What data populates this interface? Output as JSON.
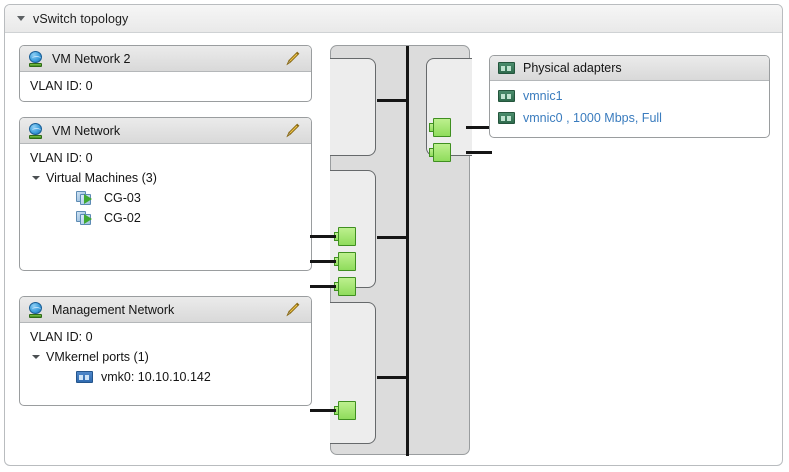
{
  "panel": {
    "title": "vSwitch topology",
    "twisty_icon": "chevron-down-icon"
  },
  "port_groups": [
    {
      "name": "VM Network 2",
      "icon": "network-globe-icon",
      "edit_icon": "pencil-icon",
      "vlan_label": "VLAN ID: 0",
      "group_label": null,
      "children": []
    },
    {
      "name": "VM Network",
      "icon": "network-globe-icon",
      "edit_icon": "pencil-icon",
      "vlan_label": "VLAN ID: 0",
      "group_label": "Virtual Machines (3)",
      "children": [
        {
          "label": "CG-03",
          "icon": "virtual-machine-icon"
        },
        {
          "label": "CG-02",
          "icon": "virtual-machine-icon"
        }
      ]
    },
    {
      "name": "Management Network",
      "icon": "network-globe-icon",
      "edit_icon": "pencil-icon",
      "vlan_label": "VLAN ID: 0",
      "group_label": "VMkernel ports (1)",
      "children": [
        {
          "label": "vmk0: 10.10.10.142",
          "icon": "vmkernel-port-icon"
        }
      ]
    }
  ],
  "physical_adapters": {
    "title": "Physical adapters",
    "icon": "physical-adapter-icon",
    "items": [
      {
        "label": "vmnic1",
        "icon": "physical-adapter-icon"
      },
      {
        "label": "vmnic0 , 1000 Mbps, Full",
        "icon": "physical-adapter-icon"
      }
    ]
  },
  "colors": {
    "port_connector_green": "#8fdc5c",
    "port_connector_border": "#3f8f20",
    "link_blue": "#3a7cbe",
    "switch_body": "#dcdcdc",
    "bay_fill": "#ededed",
    "line_black": "#151515"
  }
}
